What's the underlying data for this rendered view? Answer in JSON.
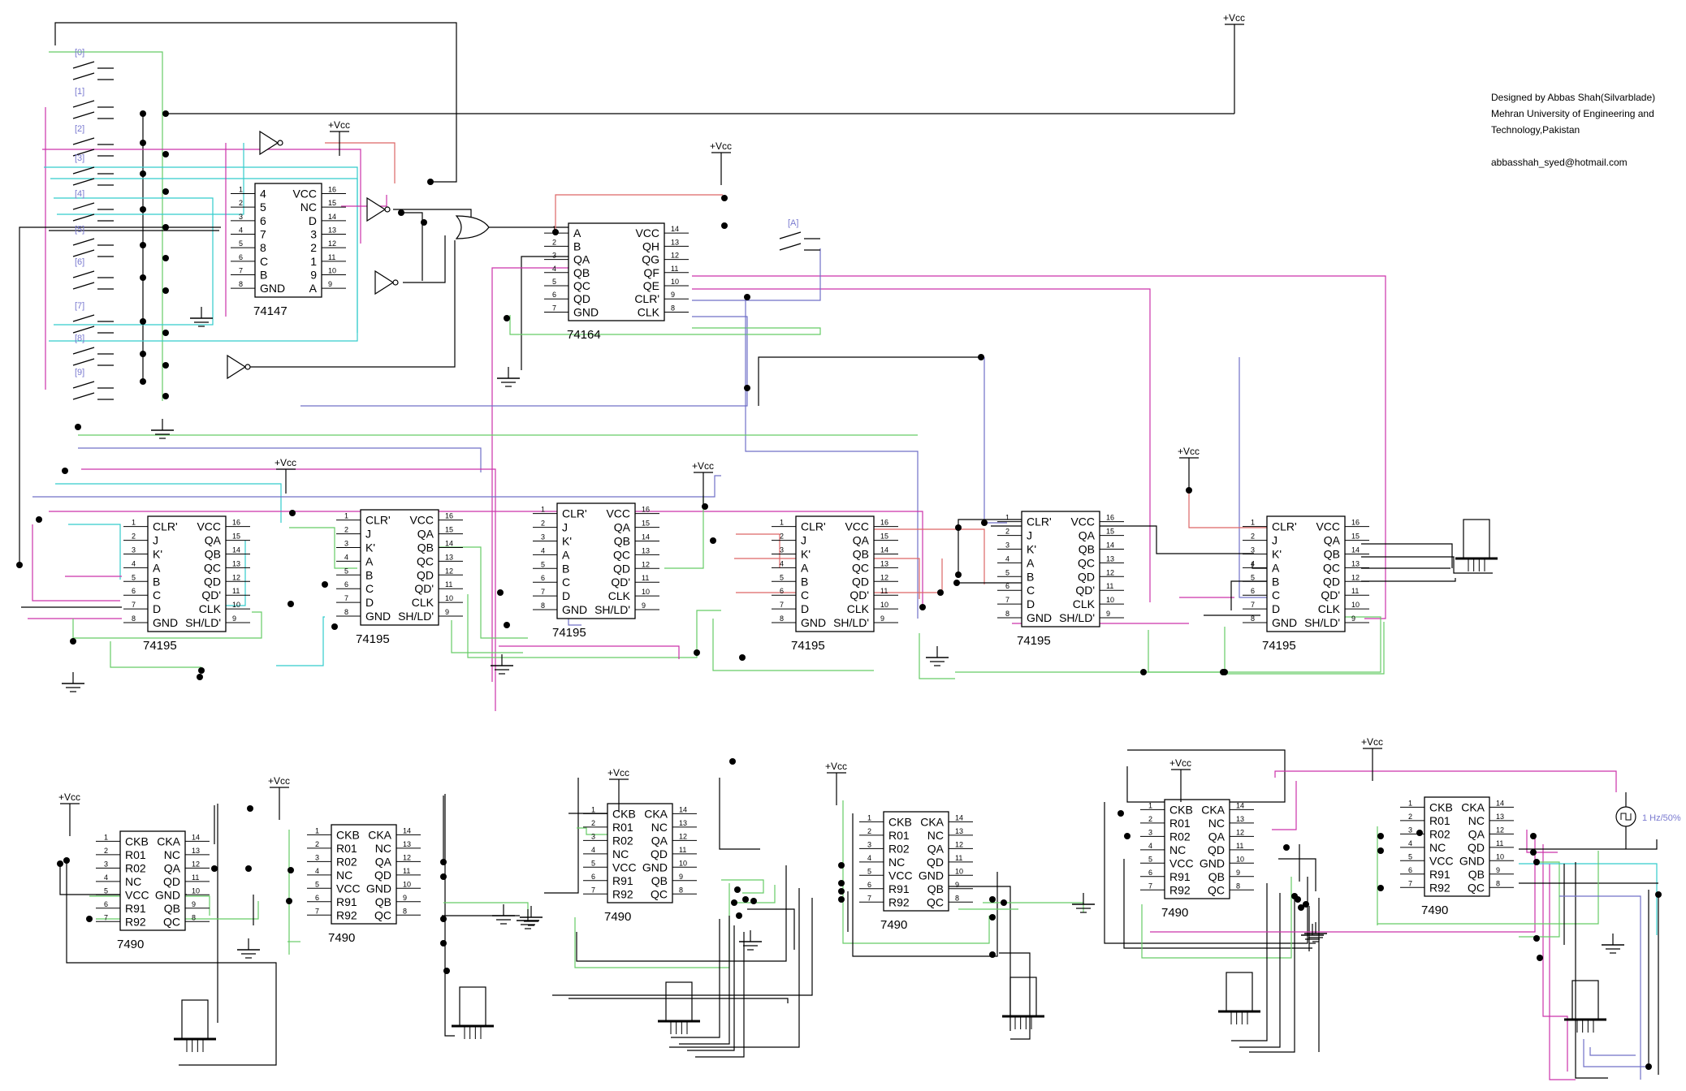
{
  "credits": {
    "line1": "Designed by Abbas Shah(Silvarblade)",
    "line2": "Mehran University of Engineering and",
    "line3": "Technology,Pakistan",
    "email": "abbasshah_syed@hotmail.com"
  },
  "labels": {
    "vcc": "+Vcc",
    "clock": "1 Hz/50%",
    "switch_a": "[A]"
  },
  "switch_labels": [
    "[0]",
    "[1]",
    "[2]",
    "[3]",
    "[4]",
    "[5]",
    "[6]",
    "[7]",
    "[8]",
    "[9]"
  ],
  "chips": {
    "c74147": {
      "name": "74147",
      "left": [
        "4",
        "5",
        "6",
        "7",
        "8",
        "C",
        "B",
        "GND"
      ],
      "right": [
        "VCC",
        "NC",
        "D",
        "3",
        "2",
        "1",
        "9",
        "A"
      ],
      "left_nums": [
        "1",
        "2",
        "3",
        "4",
        "5",
        "6",
        "7",
        "8"
      ],
      "right_nums": [
        "16",
        "15",
        "14",
        "13",
        "12",
        "11",
        "10",
        "9"
      ]
    },
    "c74164": {
      "name": "74164",
      "left": [
        "A",
        "B",
        "QA",
        "QB",
        "QC",
        "QD",
        "GND"
      ],
      "right": [
        "VCC",
        "QH",
        "QG",
        "QF",
        "QE",
        "CLR'",
        "CLK"
      ],
      "left_nums": [
        "1",
        "2",
        "3",
        "4",
        "5",
        "6",
        "7"
      ],
      "right_nums": [
        "14",
        "13",
        "12",
        "11",
        "10",
        "9",
        "8"
      ]
    },
    "c74195": {
      "name": "74195",
      "left": [
        "CLR'",
        "J",
        "K'",
        "A",
        "B",
        "C",
        "D",
        "GND"
      ],
      "right": [
        "VCC",
        "QA",
        "QB",
        "QC",
        "QD",
        "QD'",
        "CLK",
        "SH/LD'"
      ],
      "left_nums": [
        "1",
        "2",
        "3",
        "4",
        "5",
        "6",
        "7",
        "8"
      ],
      "right_nums": [
        "16",
        "15",
        "14",
        "13",
        "12",
        "11",
        "10",
        "9"
      ]
    },
    "c7490": {
      "name": "7490",
      "left": [
        "CKB",
        "R01",
        "R02",
        "NC",
        "VCC",
        "R91",
        "R92"
      ],
      "right": [
        "CKA",
        "NC",
        "QA",
        "QD",
        "GND",
        "QB",
        "QC"
      ],
      "left_nums": [
        "1",
        "2",
        "3",
        "4",
        "5",
        "6",
        "7"
      ],
      "right_nums": [
        "14",
        "13",
        "12",
        "11",
        "10",
        "9",
        "8"
      ]
    }
  },
  "colors": {
    "wire_black": "#000000",
    "wire_pink": "#cc33aa",
    "wire_green": "#66cc66",
    "wire_cyan": "#33cccc",
    "wire_blue": "#7070c8",
    "wire_red": "#dd6666"
  }
}
